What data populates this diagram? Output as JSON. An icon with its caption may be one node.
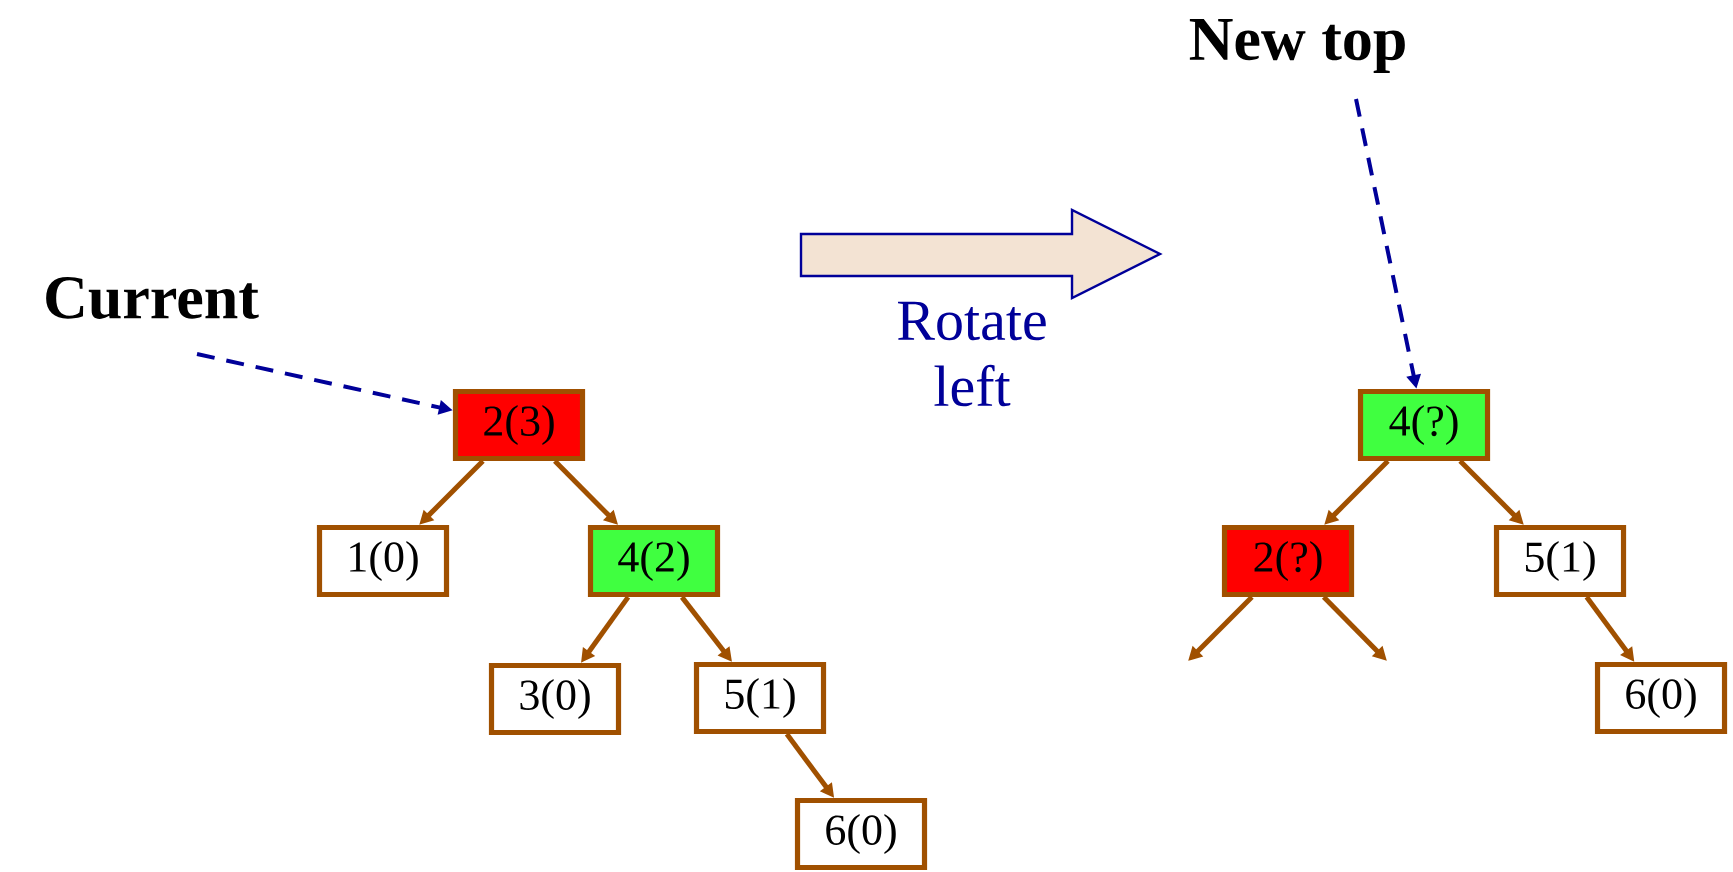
{
  "diagram": {
    "nodes": [
      {
        "text": [
          "Current"
        ]
      },
      {
        "text": [
          "2(3)"
        ]
      },
      {
        "text": [
          "1(0)"
        ]
      },
      {
        "text": [
          "4(2)"
        ]
      },
      {
        "text": [
          "3(0)"
        ]
      },
      {
        "text": [
          "5(1)"
        ]
      },
      {
        "text": [
          "6(0)"
        ]
      },
      {
        "text": [
          "New top"
        ]
      },
      {
        "text": [
          "4(?)"
        ]
      },
      {
        "text": [
          "2(?)"
        ]
      },
      {
        "text": [
          "5(1)"
        ]
      },
      {
        "text": [
          "6(0)"
        ]
      }
    ],
    "edges": [
      {
        "from": 0,
        "to": 1,
        "arrow": "to",
        "style": "dashed",
        "color": "#000099"
      },
      {
        "from": 1,
        "to": 2,
        "arrow": "to"
      },
      {
        "from": 1,
        "to": 3,
        "arrow": "to"
      },
      {
        "from": 3,
        "to": 4,
        "arrow": "to"
      },
      {
        "from": 3,
        "to": 5,
        "arrow": "to"
      },
      {
        "from": 5,
        "to": 6,
        "arrow": "to"
      },
      {
        "from": 7,
        "to": 8,
        "arrow": "to",
        "style": "dashed",
        "color": "#000099"
      },
      {
        "from": 8,
        "to": 9,
        "arrow": "to"
      },
      {
        "from": 8,
        "to": 10,
        "arrow": "to"
      },
      {
        "from": 10,
        "to": 11,
        "arrow": "to"
      },
      {
        "from": 9,
        "to": null,
        "arrow": "to"
      },
      {
        "from": 9,
        "to": null,
        "arrow": "to"
      }
    ],
    "labels": [
      "Rotate left"
    ]
  }
}
